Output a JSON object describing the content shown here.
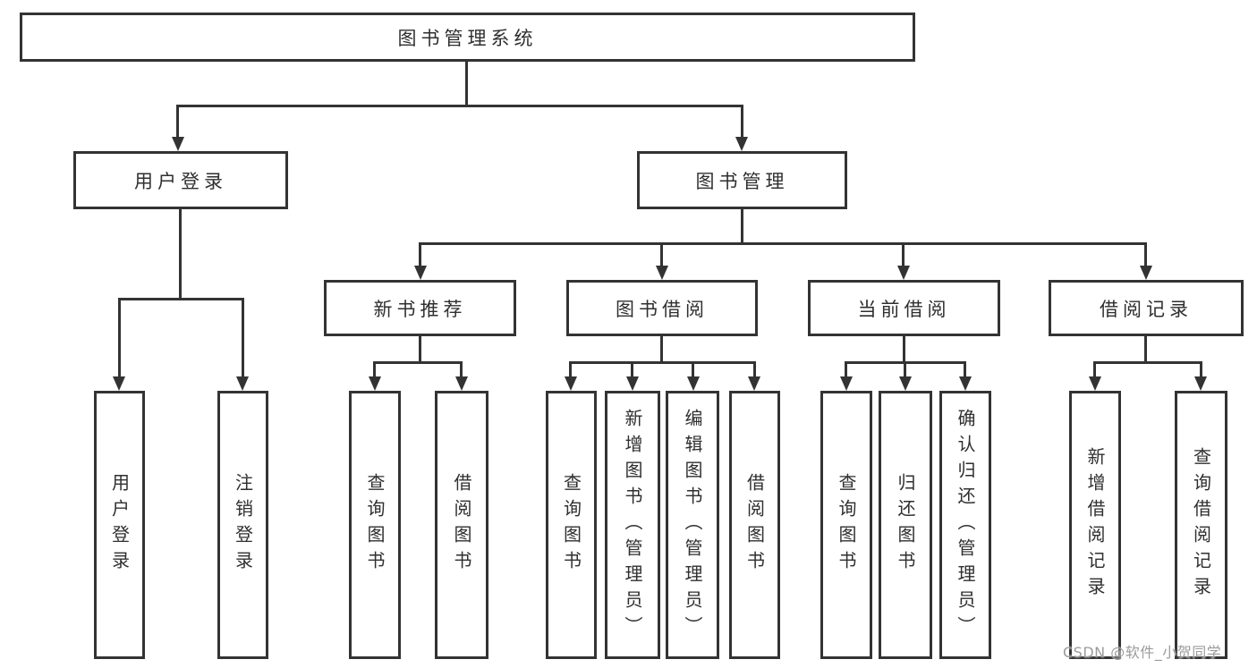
{
  "tree": {
    "root": {
      "label": "图书管理系统"
    },
    "level2": [
      {
        "id": "user-login",
        "label": "用户登录"
      },
      {
        "id": "book-management",
        "label": "图书管理"
      }
    ],
    "level3": [
      {
        "id": "new-book-recommend",
        "label": "新书推荐"
      },
      {
        "id": "book-borrowing",
        "label": "图书借阅"
      },
      {
        "id": "current-borrowing",
        "label": "当前借阅"
      },
      {
        "id": "borrowing-records",
        "label": "借阅记录"
      }
    ],
    "leaves": [
      {
        "id": "user-login-leaf",
        "label": "用户登录"
      },
      {
        "id": "logout",
        "label": "注销登录"
      },
      {
        "id": "query-books-recommend",
        "label": "查询图书"
      },
      {
        "id": "borrow-books-recommend",
        "label": "借阅图书"
      },
      {
        "id": "query-books-borrowing",
        "label": "查询图书"
      },
      {
        "id": "add-books-admin",
        "label": "新增图书（管理员）"
      },
      {
        "id": "edit-books-admin",
        "label": "编辑图书（管理员）"
      },
      {
        "id": "borrow-books-borrowing",
        "label": "借阅图书"
      },
      {
        "id": "query-books-current",
        "label": "查询图书"
      },
      {
        "id": "return-books",
        "label": "归还图书"
      },
      {
        "id": "confirm-return-admin",
        "label": "确认归还（管理员）"
      },
      {
        "id": "add-borrow-record",
        "label": "新增借阅记录"
      },
      {
        "id": "query-borrow-record",
        "label": "查询借阅记录"
      }
    ]
  },
  "watermark": "CSDN @软件_小贺同学",
  "colors": {
    "line": "#333333",
    "text": "#2f2f2f",
    "watermark": "#9b9b9b",
    "background": "#ffffff"
  }
}
